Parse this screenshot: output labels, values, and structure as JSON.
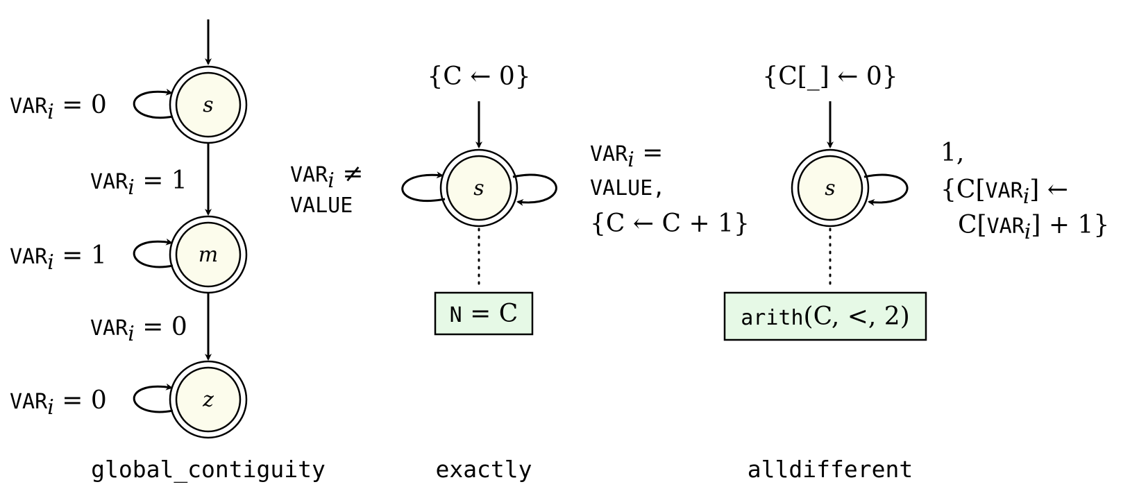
{
  "automata": [
    {
      "caption": "global_contiguity",
      "states": [
        "s",
        "m",
        "z"
      ],
      "transitions": {
        "s_self": "VAR_i = 0",
        "s_to_m": "VAR_i = 1",
        "m_self": "VAR_i = 1",
        "m_to_z": "VAR_i = 0",
        "z_self": "VAR_i = 0"
      },
      "label_parts": {
        "var": "VAR",
        "sub": "i",
        "eq0": " = 0",
        "eq1": " = 1"
      }
    },
    {
      "caption": "exactly",
      "init": "{C ← 0}",
      "state": "s",
      "self_left": {
        "line1_var": "VAR",
        "line1_sub": "i",
        "line1_op": " ≠",
        "line2": "VALUE"
      },
      "self_right": {
        "line1_var": "VAR",
        "line1_sub": "i",
        "line1_op": " =",
        "line2": "VALUE,",
        "line3": "{C ← C + 1}"
      },
      "acceptance": {
        "var": "N",
        "rest": " = C"
      }
    },
    {
      "caption": "alldifferent",
      "init": "{C[_] ← 0}",
      "state": "s",
      "self_right": {
        "line1": "1,",
        "line2_a": "{C[",
        "line2_var": "VAR",
        "line2_sub": "i",
        "line2_b": "] ←",
        "line3_a": "C[",
        "line3_var": "VAR",
        "line3_sub": "i",
        "line3_b": "] + 1}"
      },
      "acceptance": {
        "fn": "arith",
        "args": "(C, <, 2)"
      }
    }
  ]
}
